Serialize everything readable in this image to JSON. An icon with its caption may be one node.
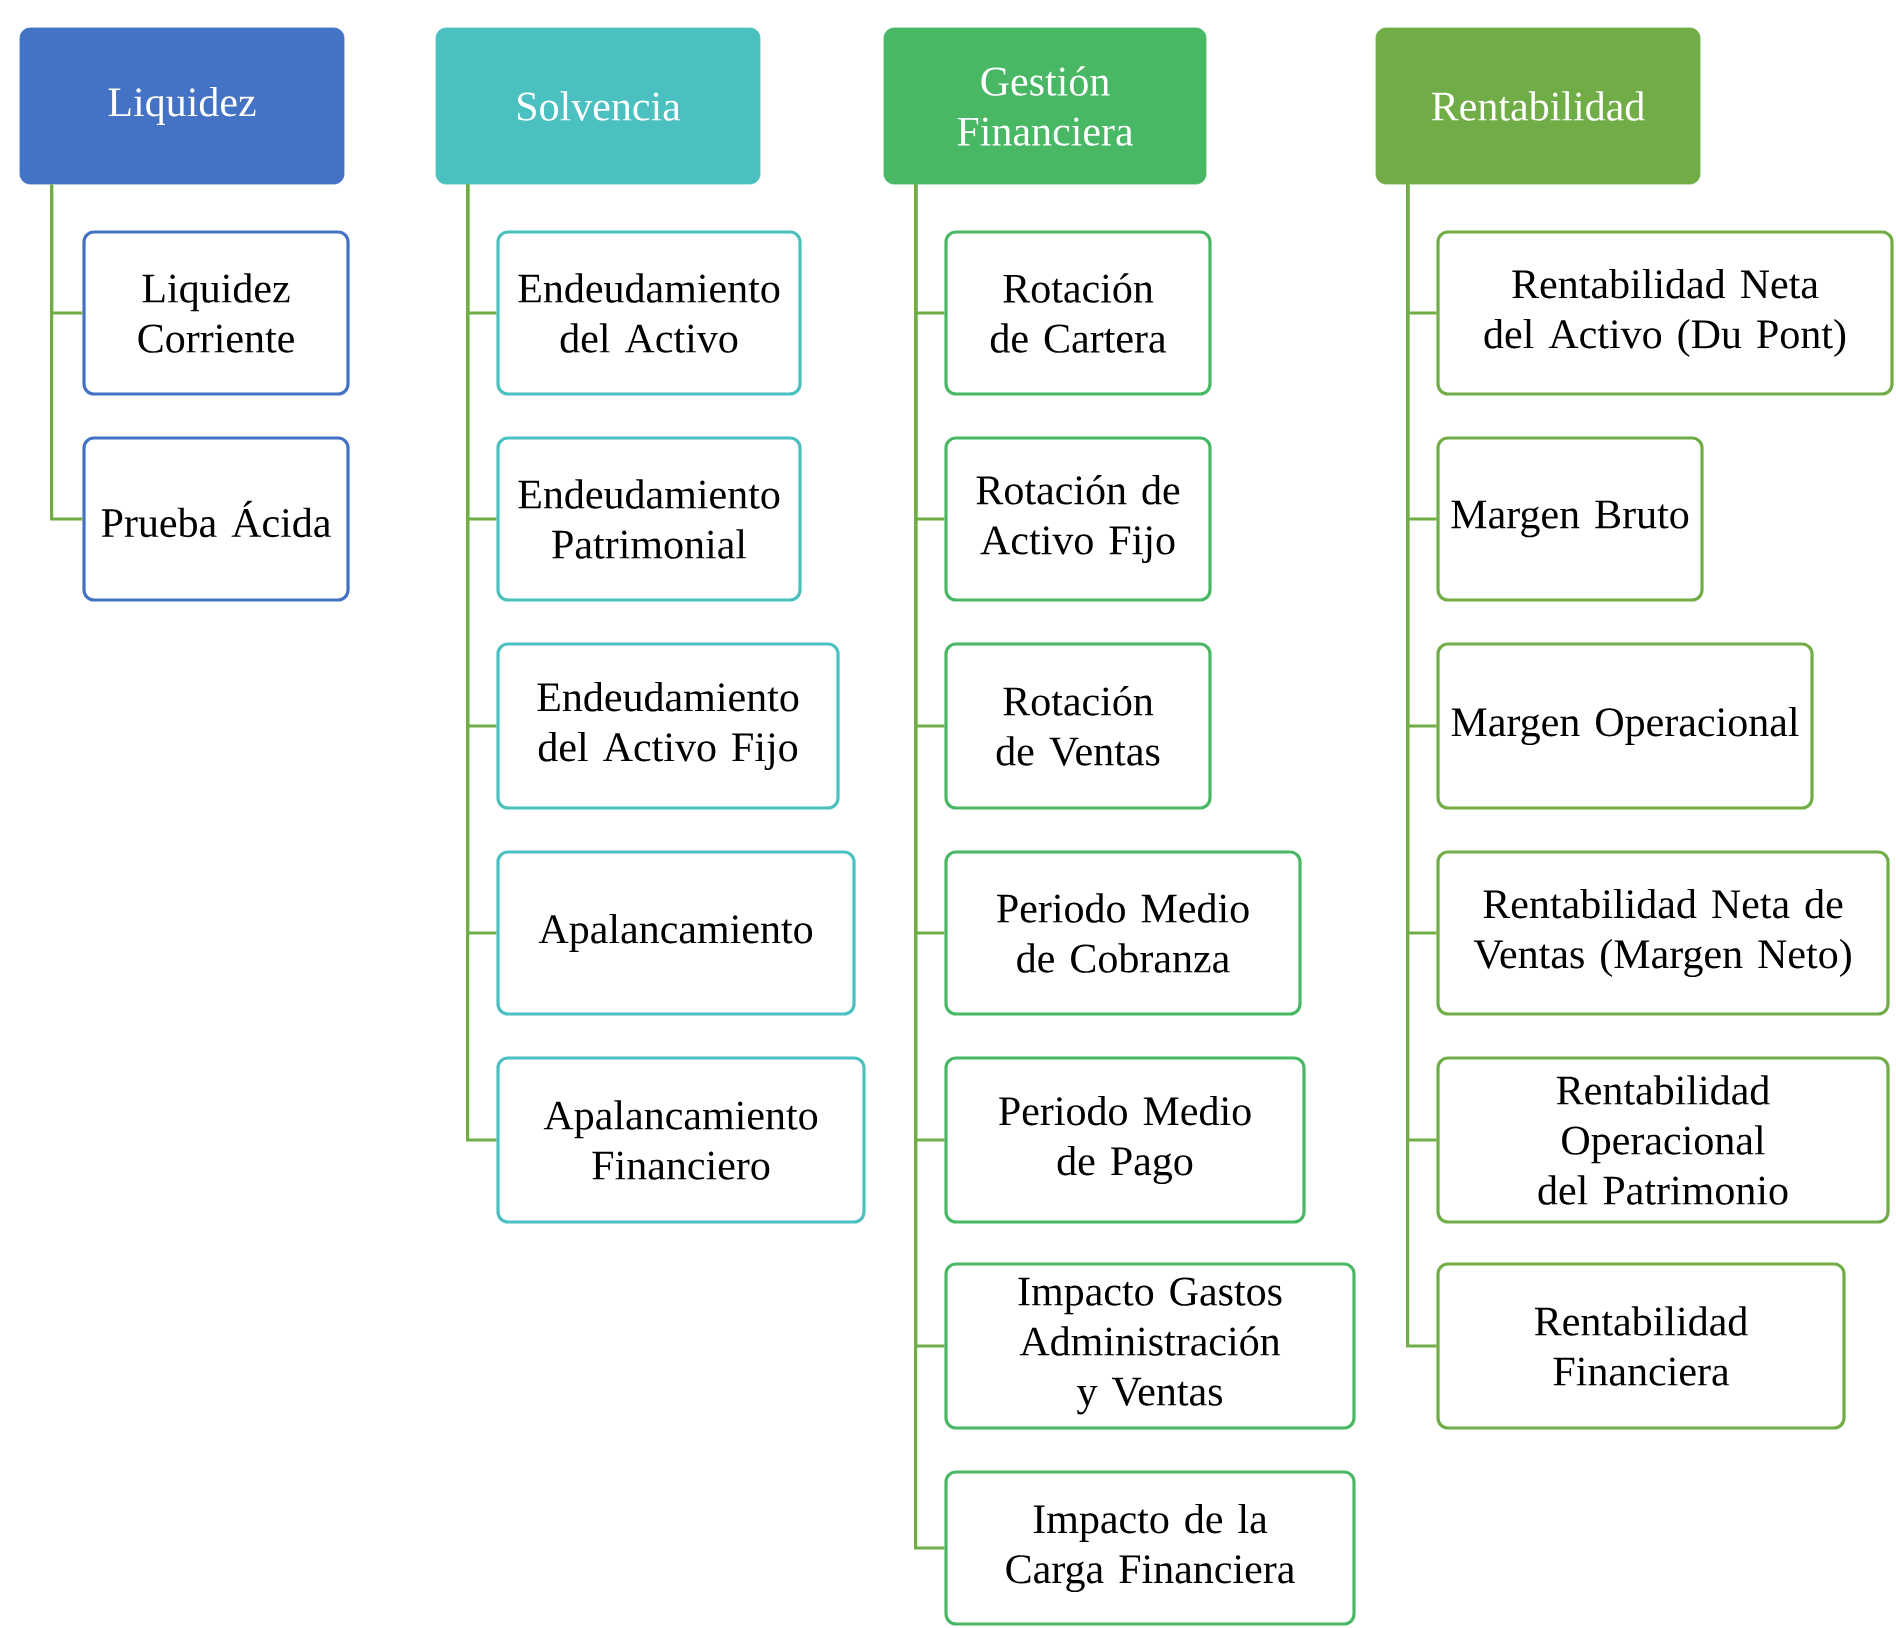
{
  "diagram": {
    "nodes": [
      {
        "text": [
          "Liquidez"
        ]
      },
      {
        "text": [
          "Liquidez Corriente"
        ]
      },
      {
        "text": [
          "Prueba Ácida"
        ]
      },
      {
        "text": [
          "Solvencia"
        ]
      },
      {
        "text": [
          "Endeudamiento del Activo"
        ]
      },
      {
        "text": [
          "Endeudamiento Patrimonial"
        ]
      },
      {
        "text": [
          "Endeudamiento del Activo Fijo"
        ]
      },
      {
        "text": [
          "Apalancamiento"
        ]
      },
      {
        "text": [
          "Apalancamiento Financiero"
        ]
      },
      {
        "text": [
          "Gestión Financiera"
        ]
      },
      {
        "text": [
          "Rotación de Cartera"
        ]
      },
      {
        "text": [
          "Rotación de Activo Fijo"
        ]
      },
      {
        "text": [
          "Rotación de Ventas"
        ]
      },
      {
        "text": [
          "Periodo Medio de Cobranza"
        ]
      },
      {
        "text": [
          "Periodo Medio de Pago"
        ]
      },
      {
        "text": [
          "Impacto Gastos Administración y Ventas"
        ]
      },
      {
        "text": [
          "Impacto de la Carga Financiera"
        ]
      },
      {
        "text": [
          "Rentabilidad"
        ]
      },
      {
        "text": [
          "Rentabilidad Neta del Activo (Du Pont)"
        ]
      },
      {
        "text": [
          "Margen Bruto"
        ]
      },
      {
        "text": [
          "Margen Operacional"
        ]
      },
      {
        "text": [
          "Rentabilidad Neta de Ventas (Margen Neto)"
        ]
      },
      {
        "text": [
          "Rentabilidad Operacional del Patrimonio"
        ]
      },
      {
        "text": [
          "Rentabilidad Financiera"
        ]
      }
    ],
    "edges": [
      {
        "from": 0,
        "to": 1,
        "arrow": "none"
      },
      {
        "from": 0,
        "to": 2,
        "arrow": "none"
      },
      {
        "from": 3,
        "to": 4,
        "arrow": "none"
      },
      {
        "from": 3,
        "to": 5,
        "arrow": "none"
      },
      {
        "from": 3,
        "to": 6,
        "arrow": "none"
      },
      {
        "from": 3,
        "to": 7,
        "arrow": "none"
      },
      {
        "from": 3,
        "to": 8,
        "arrow": "none"
      },
      {
        "from": 9,
        "to": 10,
        "arrow": "none"
      },
      {
        "from": 9,
        "to": 11,
        "arrow": "none"
      },
      {
        "from": 9,
        "to": 12,
        "arrow": "none"
      },
      {
        "from": 9,
        "to": 13,
        "arrow": "none"
      },
      {
        "from": 9,
        "to": 14,
        "arrow": "none"
      },
      {
        "from": 9,
        "to": 15,
        "arrow": "none"
      },
      {
        "from": 9,
        "to": 16,
        "arrow": "none"
      },
      {
        "from": 17,
        "to": 18,
        "arrow": "none"
      },
      {
        "from": 17,
        "to": 19,
        "arrow": "none"
      },
      {
        "from": 17,
        "to": 20,
        "arrow": "none"
      },
      {
        "from": 17,
        "to": 21,
        "arrow": "none"
      },
      {
        "from": 17,
        "to": 22,
        "arrow": "none"
      },
      {
        "from": 17,
        "to": 23,
        "arrow": "none"
      }
    ]
  }
}
